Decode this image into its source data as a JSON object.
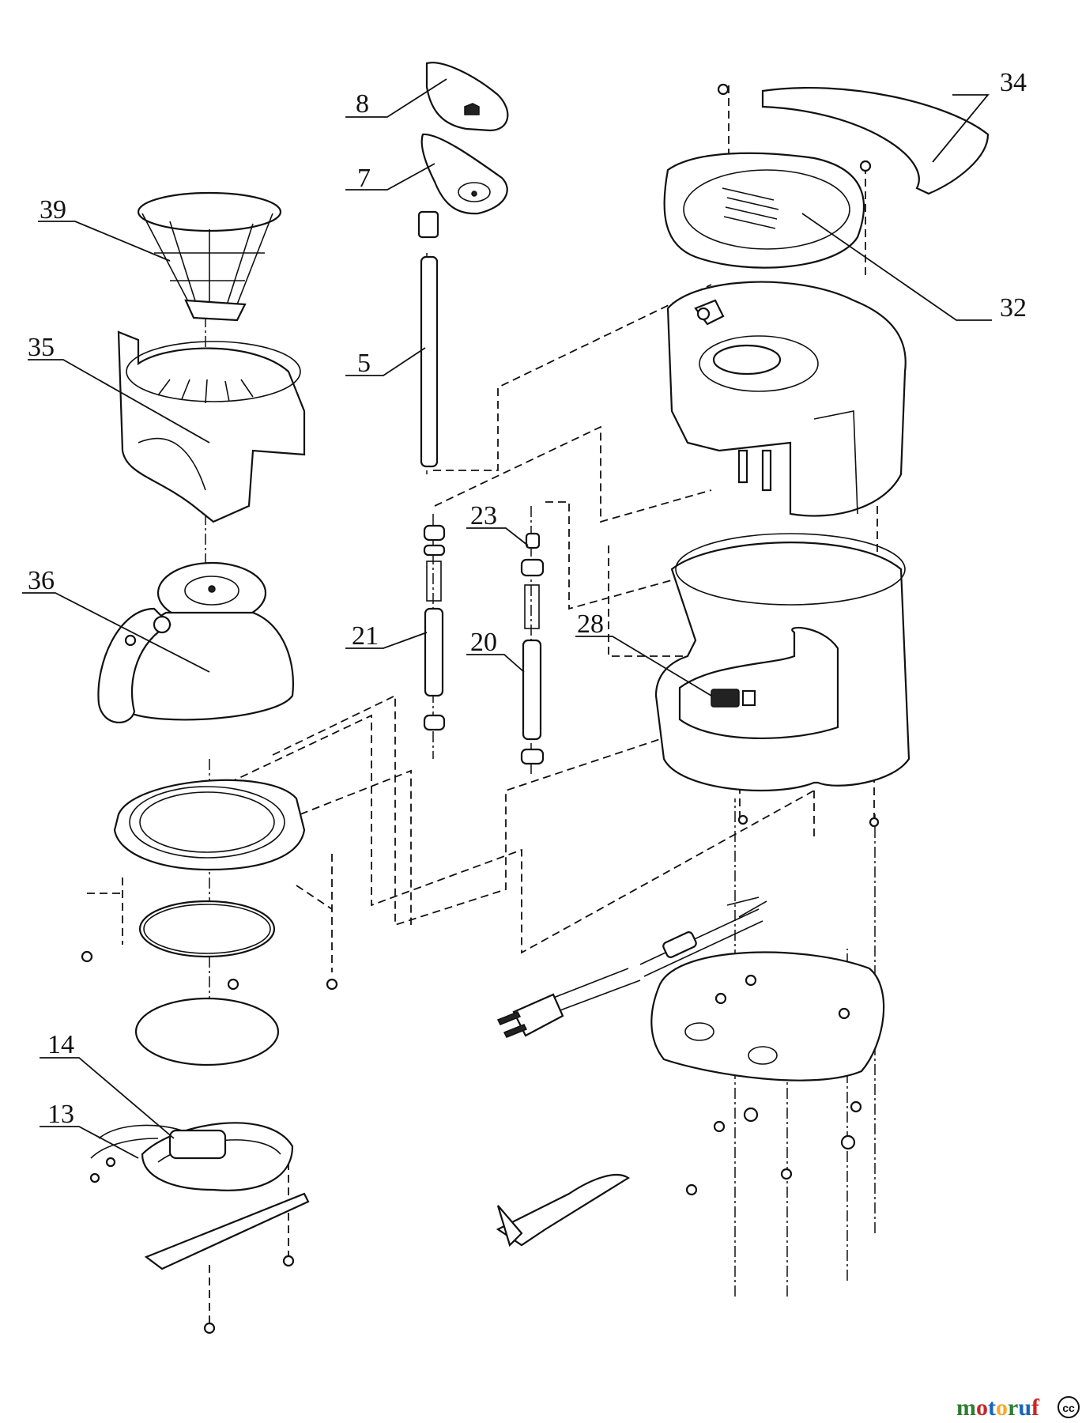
{
  "callouts": [
    {
      "id": "8",
      "label": "8"
    },
    {
      "id": "7",
      "label": "7"
    },
    {
      "id": "39",
      "label": "39"
    },
    {
      "id": "35",
      "label": "35"
    },
    {
      "id": "5",
      "label": "5"
    },
    {
      "id": "36",
      "label": "36"
    },
    {
      "id": "23",
      "label": "23"
    },
    {
      "id": "21",
      "label": "21"
    },
    {
      "id": "20",
      "label": "20"
    },
    {
      "id": "28",
      "label": "28"
    },
    {
      "id": "34",
      "label": "34"
    },
    {
      "id": "32",
      "label": "32"
    },
    {
      "id": "14",
      "label": "14"
    },
    {
      "id": "13",
      "label": "13"
    }
  ],
  "watermark": {
    "letters": [
      "m",
      "o",
      "t",
      "o",
      "r",
      "u",
      "f"
    ],
    "colors": [
      "#2e7d32",
      "#c62828",
      "#1565c0",
      "#f9a825",
      "#2e7d32",
      "#1565c0",
      "#c62828"
    ],
    "badge": "cc"
  }
}
